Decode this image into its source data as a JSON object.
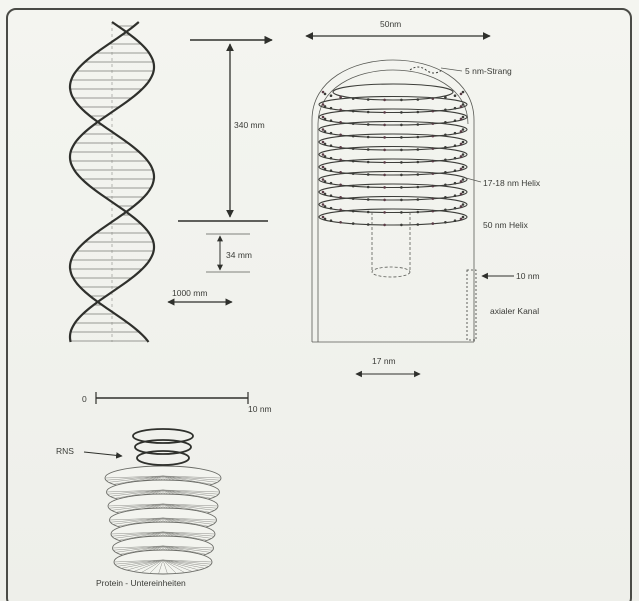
{
  "labels": {
    "dna_pitch": "340 mm",
    "dna_step": "34 mm",
    "dna_width": "1000 mm",
    "fiber_width": "50nm",
    "strand": "5 nm-Strang",
    "helix_small": "17-18 nm Helix",
    "helix_large": "50 nm Helix",
    "ten_nm": "10 nm",
    "axial_channel": "axialer Kanal",
    "bottom_width": "17 nm",
    "scale_zero": "0",
    "scale_ten": "10 nm",
    "rns": "RNS",
    "protein": "Protein - Untereinheiten"
  },
  "colors": {
    "ink": "#2f302c",
    "background": "#f3f4ef",
    "accent_dots": "#5b3b46"
  }
}
